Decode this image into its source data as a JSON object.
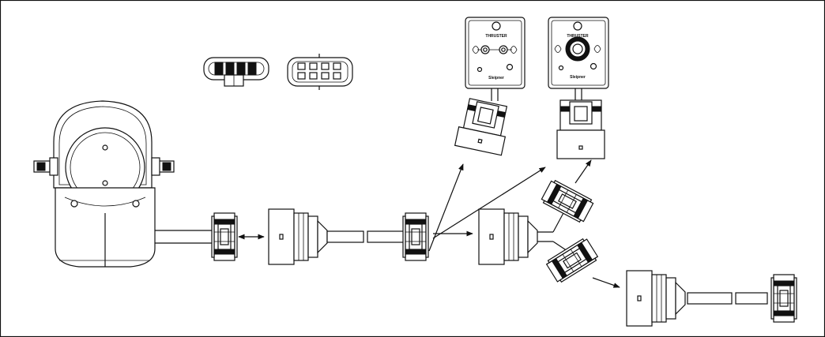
{
  "panel_left": {
    "brand_label": "THRUSTER",
    "logo_text": "Sleipner"
  },
  "panel_right": {
    "brand_label": "THRUSTER",
    "logo_text": "Sleipner"
  },
  "colors": {
    "ink": "#111111",
    "background": "#ffffff"
  }
}
